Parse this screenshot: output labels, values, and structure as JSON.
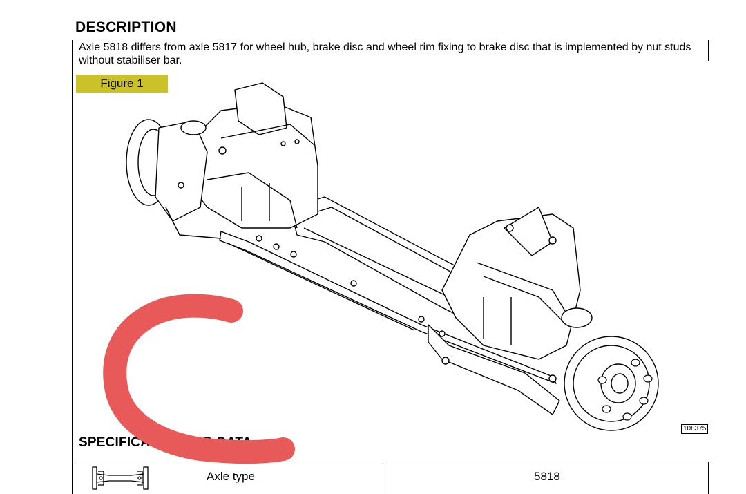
{
  "description": {
    "title": "DESCRIPTION",
    "text": "Axle 5818 differs from axle 5817 for wheel hub, brake disc and wheel rim fixing to brake disc that is implemented by nut studs without stabiliser bar."
  },
  "figure": {
    "label": "Figure 1",
    "code": "108375",
    "icon": "front-axle-assembly-drawing"
  },
  "specification": {
    "title": "SPECIFICATION AND DATA",
    "rows": [
      {
        "icon": "axle-icon",
        "label": "Axle type",
        "value": "5818"
      }
    ]
  },
  "annotation": {
    "color": "#e85a5a"
  }
}
